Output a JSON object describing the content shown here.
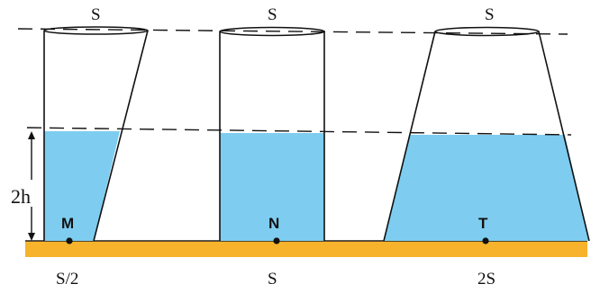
{
  "containers": [
    {
      "top_area": "S",
      "bottom_area": "S/2",
      "point": "M"
    },
    {
      "top_area": "S",
      "bottom_area": "S",
      "point": "N"
    },
    {
      "top_area": "S",
      "bottom_area": "2S",
      "point": "T"
    }
  ],
  "height_label": "2h",
  "colors": {
    "water": "#7ECDF0",
    "ground": "#F7B32B",
    "ground_edge": "#222222",
    "outline": "#111111"
  }
}
